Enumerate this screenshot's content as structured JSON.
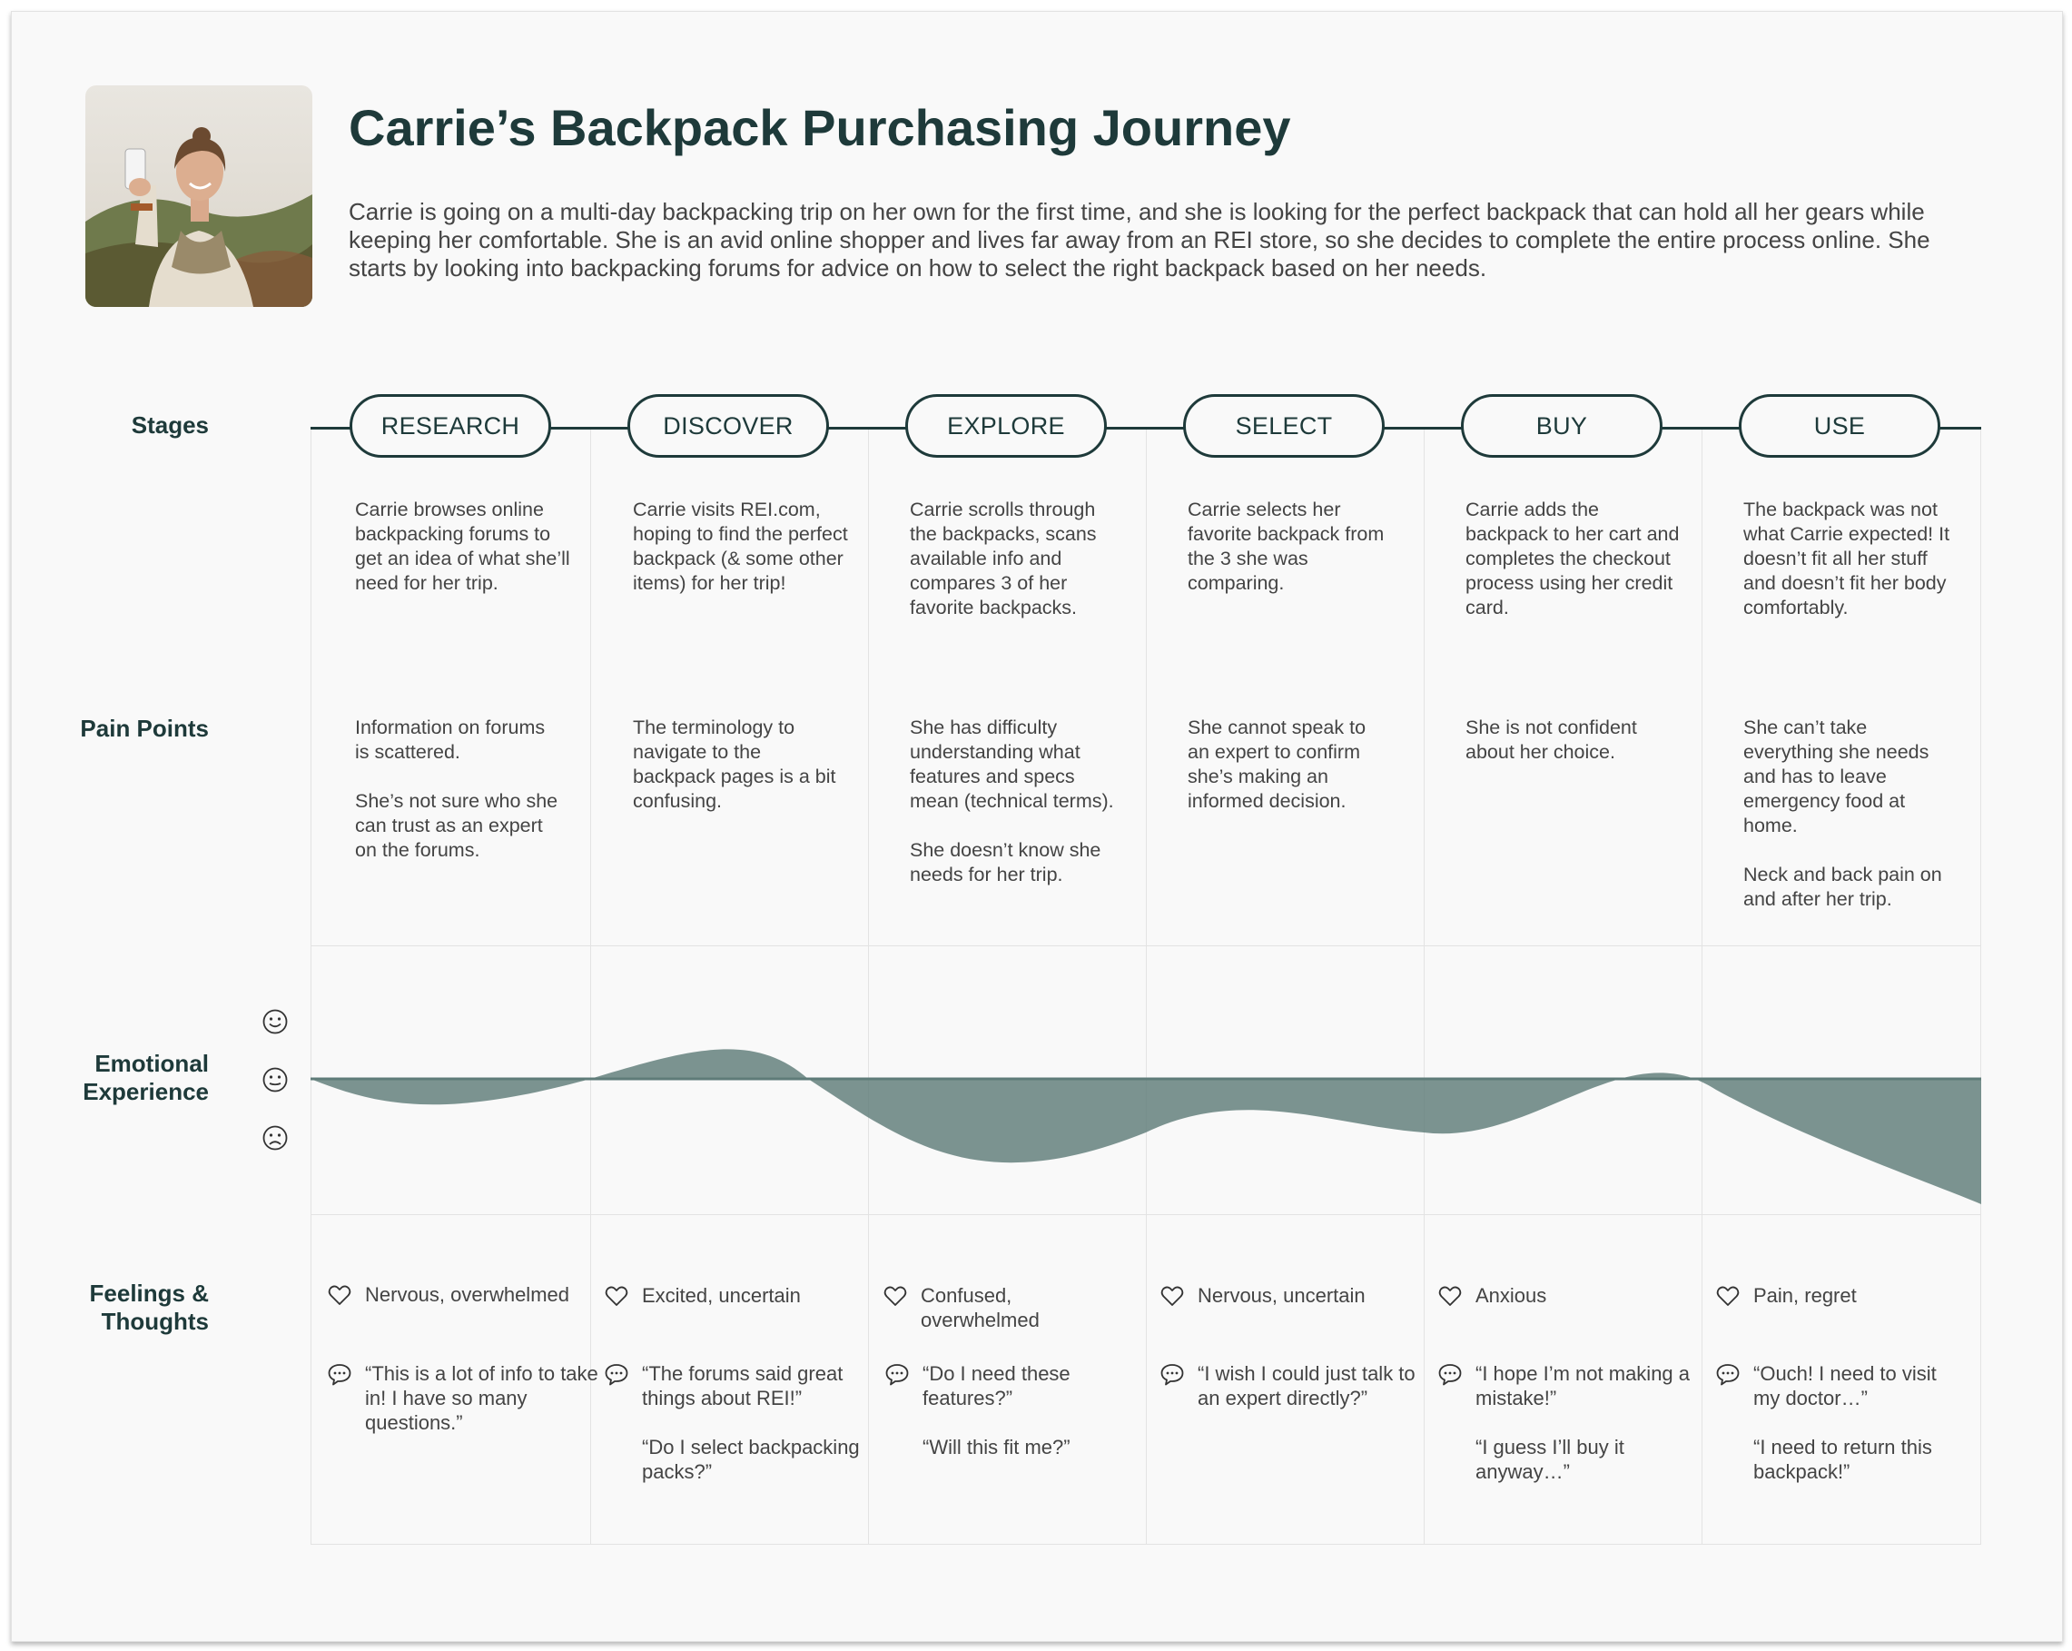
{
  "header": {
    "title": "Carrie’s Backpack Purchasing Journey",
    "description": "Carrie is going on a multi-day backpacking trip on her own for the first time, and she is looking for the perfect backpack that can hold all her gears while keeping her comfortable. She is an avid online shopper and lives far away from an REI store, so she decides to complete the entire process online. She starts by looking into backpacking forums for advice on how to select the right backpack based on her needs."
  },
  "rows": {
    "stages": "Stages",
    "pain_points": "Pain Points",
    "emotional_1": "Emotional",
    "emotional_2": "Experience",
    "feelings_1": "Feelings &",
    "feelings_2": "Thoughts"
  },
  "icons": {
    "faces": [
      "smiling-face-icon",
      "neutral-face-icon",
      "frowning-face-icon"
    ],
    "feeling": "heart-icon",
    "thought": "speech-bubble-icon"
  },
  "colors": {
    "primary": "#1e3a3a",
    "emotion_fill": "#5f7c79"
  },
  "stages": [
    {
      "name": "RESEARCH",
      "description": "Carrie browses online backpacking forums to get an idea of what she’ll need for her trip.",
      "pain_points": [
        "Information on forums is scattered.",
        "She’s not sure who she can trust as an expert on the forums."
      ],
      "feeling": "Nervous, overwhelmed",
      "thoughts": [
        "“This is a lot of info to take in!  I have so many questions.”"
      ]
    },
    {
      "name": "DISCOVER",
      "description": "Carrie visits REI.com, hoping to find the perfect backpack (& some other items) for her trip!",
      "pain_points": [
        "The terminology to navigate to the backpack pages is a bit confusing."
      ],
      "feeling": "Excited, uncertain",
      "thoughts": [
        "“The forums said great things about REI!”",
        "“Do I select backpacking packs?”"
      ]
    },
    {
      "name": "EXPLORE",
      "description": "Carrie scrolls through the backpacks, scans available info and compares 3 of her favorite backpacks.",
      "pain_points": [
        "She has difficulty understanding what features and specs mean (technical terms).",
        "She doesn’t know she needs for her trip."
      ],
      "feeling": "Confused, overwhelmed",
      "thoughts": [
        "“Do I need these features?”",
        "“Will this fit me?”"
      ]
    },
    {
      "name": "SELECT",
      "description": "Carrie selects her favorite backpack from the 3 she was comparing.",
      "pain_points": [
        "She cannot speak to an expert to confirm she’s making an informed decision."
      ],
      "feeling": "Nervous, uncertain",
      "thoughts": [
        "“I wish I could just talk to an expert directly?”"
      ]
    },
    {
      "name": "BUY",
      "description": "Carrie adds the backpack to her cart and completes the checkout process using her credit card.",
      "pain_points": [
        "She is not confident about her choice."
      ],
      "feeling": "Anxious",
      "thoughts": [
        "“I hope I’m not making a mistake!”",
        "“I guess I’ll buy it anyway…”"
      ]
    },
    {
      "name": "USE",
      "description": "The backpack was not what Carrie expected! It doesn’t fit all her stuff and doesn’t fit her body comfortably.",
      "pain_points": [
        "She can’t take everything she needs and has to leave emergency food at home.",
        "Neck and back pain on and after her trip."
      ],
      "feeling": "Pain, regret",
      "thoughts": [
        "“Ouch!  I need to visit my doctor…”",
        "“I need to return this backpack!”"
      ]
    }
  ]
}
